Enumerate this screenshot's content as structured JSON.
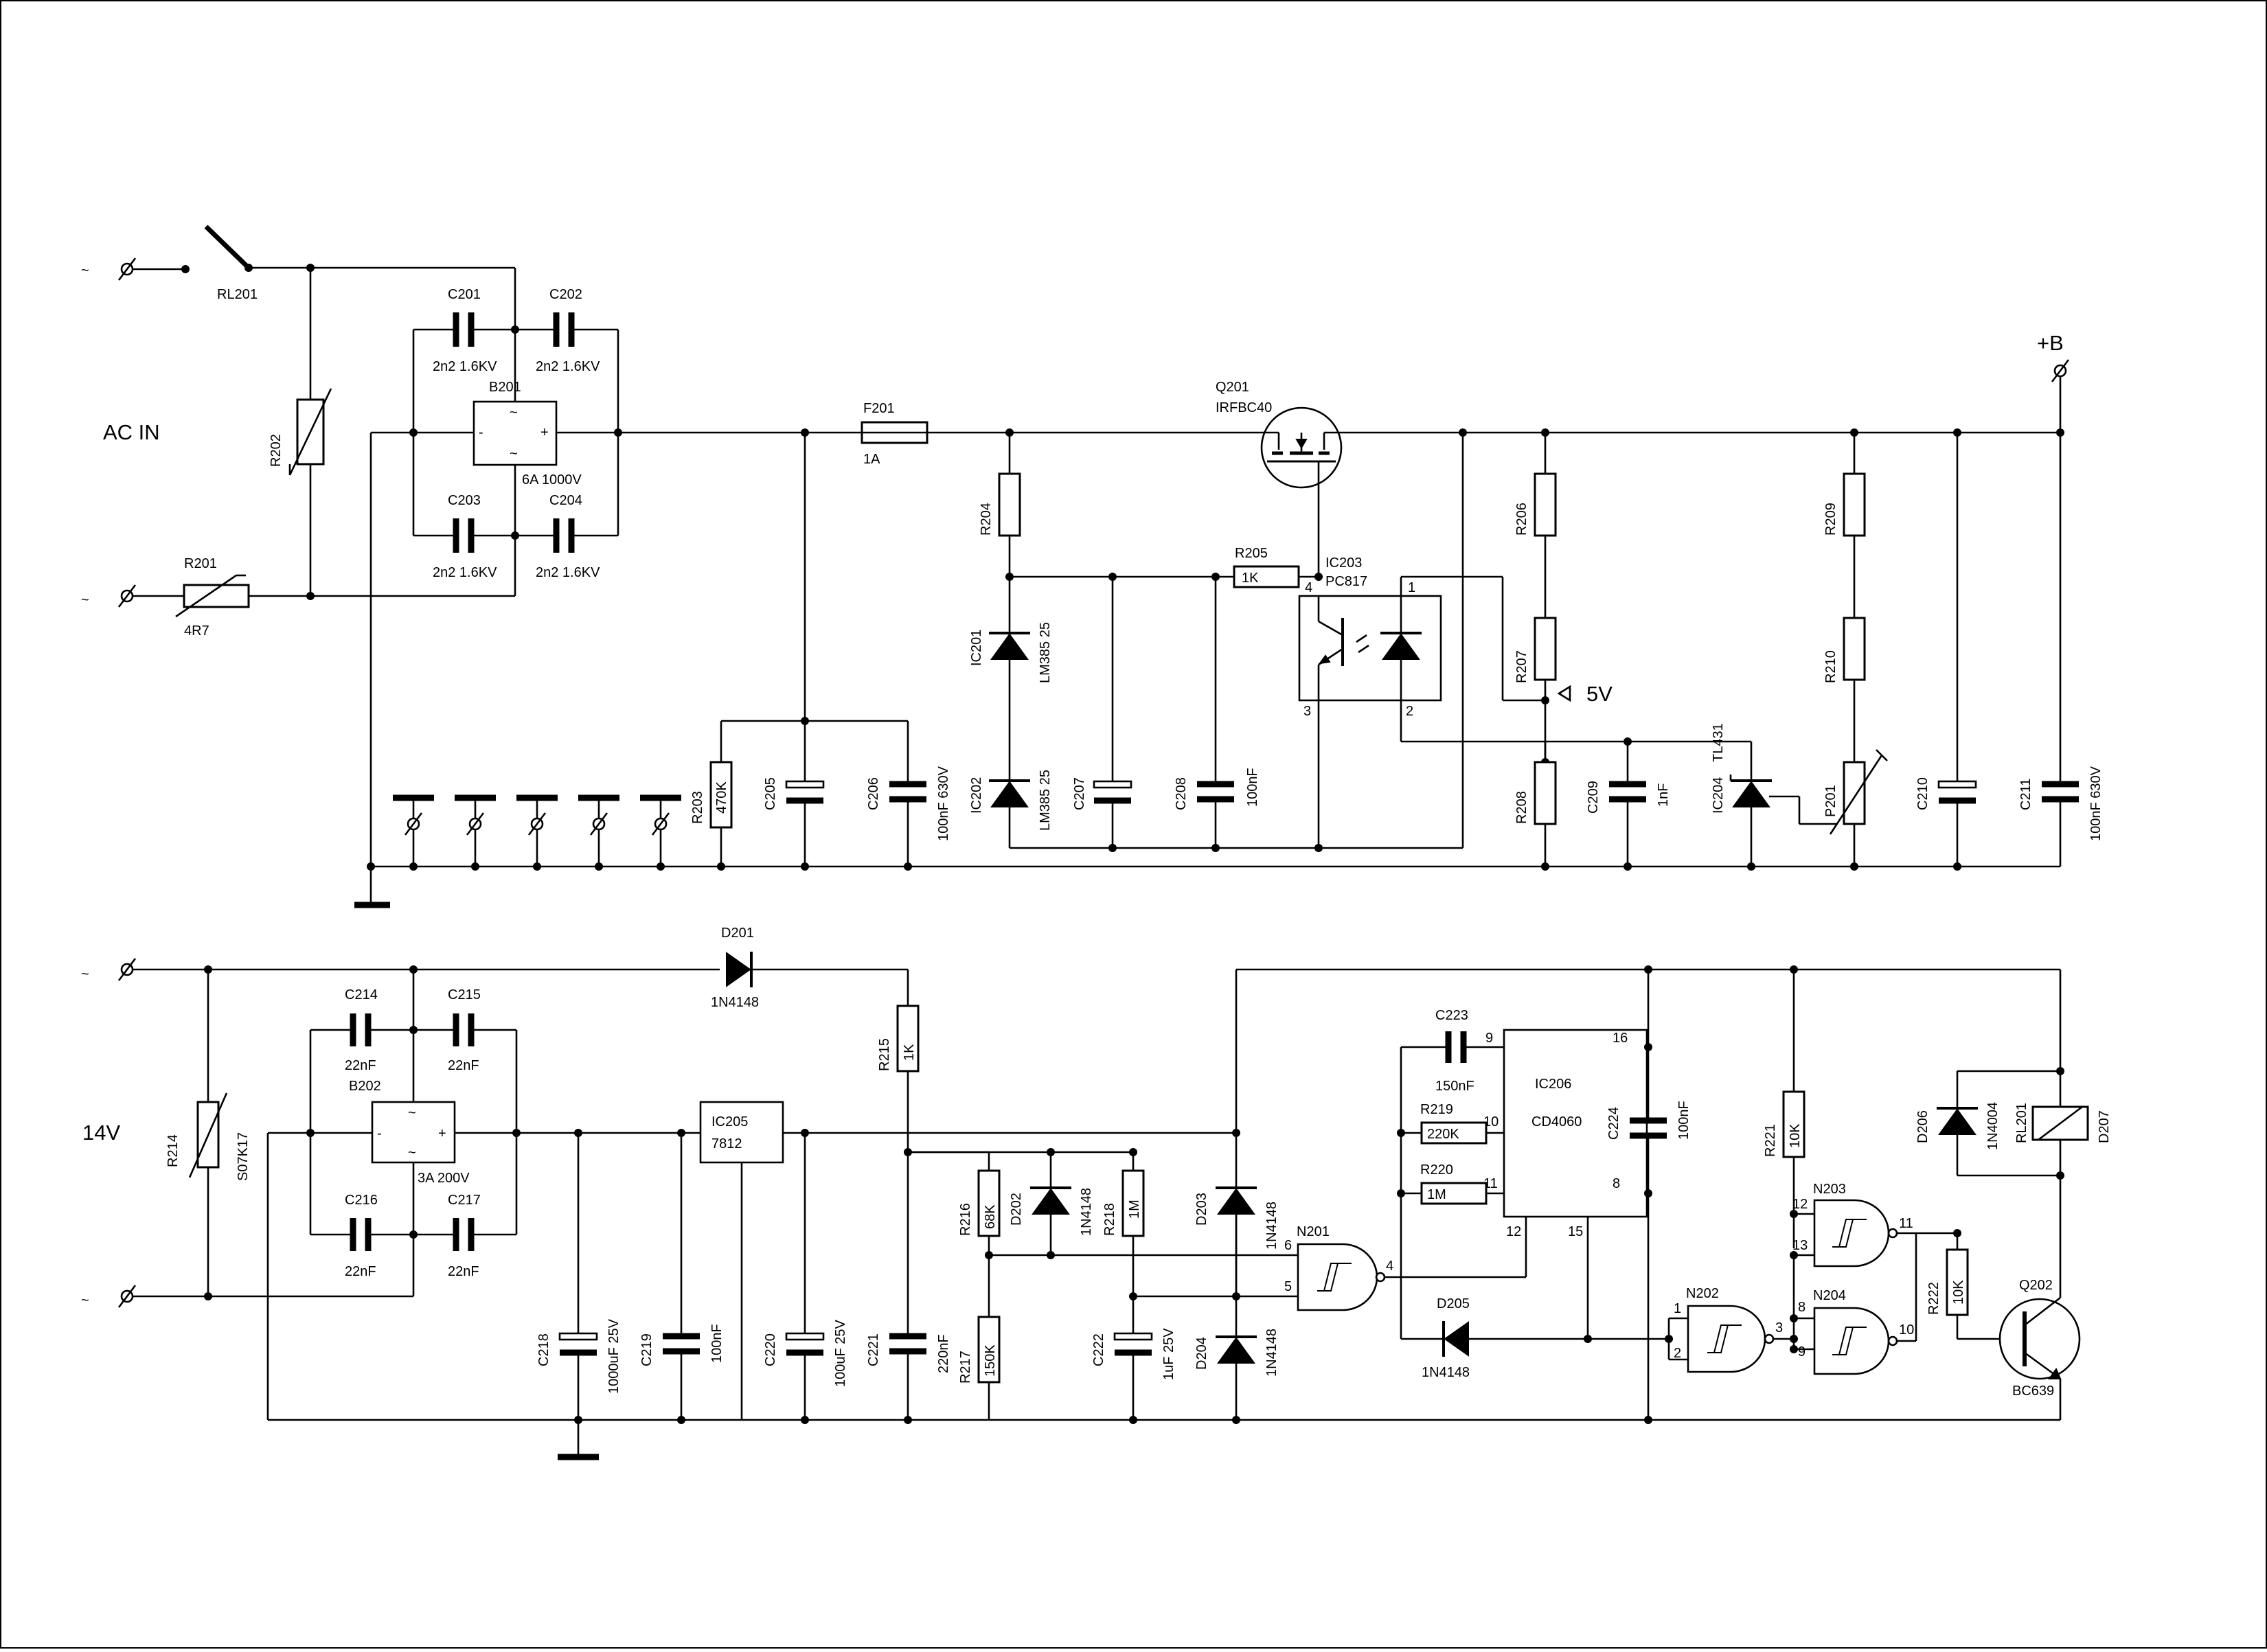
{
  "labels": {
    "ac_in": "AC IN",
    "v14": "14V",
    "plus_b": "+B",
    "v5": "5V",
    "tilde": "~",
    "plus": "+",
    "minus": "-",
    "ac_tl": "~",
    "ac_ml": "~",
    "ac_b1": "~",
    "ac_b2": "~"
  },
  "components": {
    "RL201": "RL201",
    "R202": "R202",
    "R201": "R201",
    "R201_val": "4R7",
    "C201": "C201",
    "C201_val": "2n2 1.6KV",
    "C202": "C202",
    "C202_val": "2n2 1.6KV",
    "C203": "C203",
    "C203_val": "2n2 1.6KV",
    "C204": "C204",
    "C204_val": "2n2 1.6KV",
    "B201": "B201",
    "B201_val": "6A 1000V",
    "F201": "F201",
    "F201_val": "1A",
    "Q201": "Q201",
    "Q201_val": "IRFBC40",
    "R203": "R203",
    "R203_val": "470K",
    "C205": "C205",
    "C206": "C206",
    "C206_val": "100nF 630V",
    "R204": "R204",
    "IC201": "IC201",
    "IC201_val": "LM385 25",
    "IC202": "IC202",
    "IC202_val": "LM385 25",
    "C207": "C207",
    "C208": "C208",
    "C208_val": "100nF",
    "R205": "R205",
    "R205_val": "1K",
    "IC203": "IC203",
    "IC203_val": "PC817",
    "R206": "R206",
    "R207": "R207",
    "R208": "R208",
    "C209": "C209",
    "C209_val": "1nF",
    "IC204": "IC204",
    "IC204_val": "TL431",
    "R209": "R209",
    "R210": "R210",
    "P201": "P201",
    "C210": "C210",
    "C211": "C211",
    "C211_val": "100nF 630V",
    "D201": "D201",
    "D201_val": "1N4148",
    "R214": "R214",
    "R214_val": "S07K17",
    "C214": "C214",
    "C214_val": "22nF",
    "C215": "C215",
    "C215_val": "22nF",
    "C216": "C216",
    "C216_val": "22nF",
    "C217": "C217",
    "C217_val": "22nF",
    "B202": "B202",
    "B202_val": "3A 200V",
    "IC205": "IC205",
    "IC205_val": "7812",
    "C218": "C218",
    "C218_val": "1000uF 25V",
    "C219": "C219",
    "C219_val": "100nF",
    "C220": "C220",
    "C220_val": "100uF 25V",
    "C221": "C221",
    "C221_val": "220nF",
    "R215": "R215",
    "R215_val": "1K",
    "R216": "R216",
    "R216_val": "68K",
    "R217": "R217",
    "R217_val": "150K",
    "D202": "D202",
    "D202_val": "1N4148",
    "R218": "R218",
    "R218_val": "1M",
    "C222": "C222",
    "C222_val": "1uF 25V",
    "D203": "D203",
    "D203_val": "1N4148",
    "D204": "D204",
    "D204_val": "1N4148",
    "N201": "N201",
    "C223": "C223",
    "C223_val": "150nF",
    "R219": "R219",
    "R219_val": "220K",
    "R220": "R220",
    "R220_val": "1M",
    "IC206": "IC206",
    "IC206_val": "CD4060",
    "C224": "C224",
    "C224_val": "100nF",
    "D205": "D205",
    "D205_val": "1N4148",
    "R221": "R221",
    "R221_val": "10K",
    "N202": "N202",
    "N203": "N203",
    "N204": "N204",
    "R222": "R222",
    "R222_val": "10K",
    "Q202": "Q202",
    "Q202_val": "BC639",
    "D206": "D206",
    "D206_val": "1N4004",
    "RL201b": "RL201",
    "D207": "D207"
  },
  "pins": {
    "p1": "1",
    "p2": "2",
    "p3": "3",
    "p4": "4",
    "p5": "5",
    "p6": "6",
    "p8": "8",
    "p9": "9",
    "p10": "10",
    "p11": "11",
    "p12": "12",
    "p13": "13",
    "p15": "15",
    "p16": "16",
    "ic203_p1": "1",
    "ic203_p2": "2",
    "ic203_p3": "3",
    "ic203_p4": "4",
    "n202_p1": "1",
    "n202_p2": "2",
    "n202_p3": "3",
    "n203_p12": "12",
    "n203_p13": "13",
    "n203_p11": "11",
    "n204_p8": "8",
    "n204_p9": "9",
    "n204_p10": "10",
    "ic206_p12": "12",
    "ic206_p15": "15",
    "ic206_p8": "8",
    "ic206_p16": "16",
    "ic206_p9": "9",
    "ic206_p10": "10",
    "ic206_p11": "11"
  }
}
